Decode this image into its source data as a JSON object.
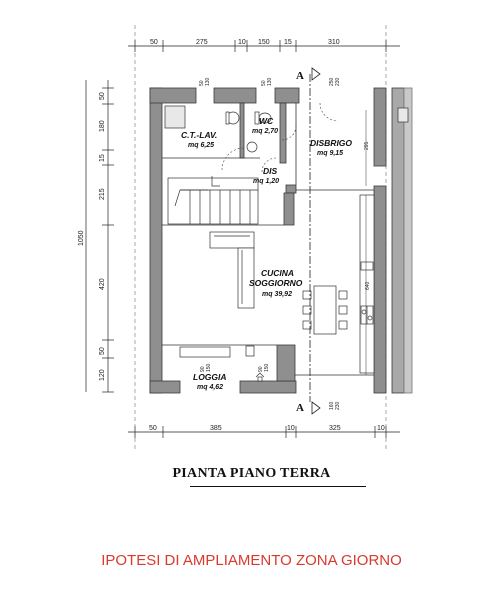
{
  "plan": {
    "top_dims": [
      "50",
      "275",
      "10",
      "150",
      "15",
      "310"
    ],
    "bottom_dims": [
      "50",
      "385",
      "10",
      "325",
      "10"
    ],
    "left_dims": [
      "50",
      "180",
      "15",
      "215",
      "420",
      "50",
      "120"
    ],
    "total_height": "1050",
    "inner_dim_295": "295",
    "inner_dim_640": "640",
    "section_mark": "A",
    "window_labels": [
      "50",
      "130",
      "250",
      "230",
      "90",
      "150",
      "160",
      "230"
    ],
    "rooms": [
      {
        "name": "C.T.-LAV.",
        "area": "mq 6,25"
      },
      {
        "name": "WC",
        "area": "mq 2,70"
      },
      {
        "name": "DISBRIGO",
        "area": "mq 9,15"
      },
      {
        "name": "DIS",
        "area": "mq 1,20"
      },
      {
        "name": "CUCINA",
        "area": ""
      },
      {
        "name": "SOGGIORNO",
        "area": "mq 39,92"
      },
      {
        "name": "LOGGIA",
        "area": "mq 4,62"
      }
    ]
  },
  "drawing_title": "PIANTA PIANO TERRA",
  "subtitle": "IPOTESI DI AMPLIAMENTO ZONA GIORNO",
  "colors": {
    "wall": "#8f8f8f",
    "wall_stroke": "#3a3a3a",
    "subtitle": "#d9392f"
  }
}
